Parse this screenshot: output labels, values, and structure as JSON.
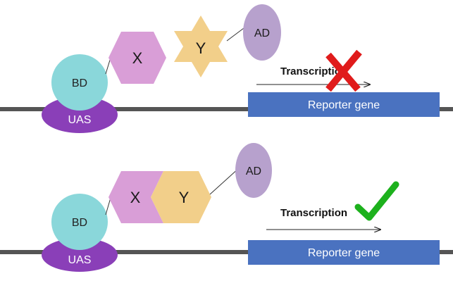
{
  "colors": {
    "dna": "#555555",
    "uas": "#8a3fb8",
    "bd": "#8ad7da",
    "x": "#d99ed7",
    "y": "#f2cf8a",
    "ad": "#b7a1cd",
    "reporter": "#4a72c0",
    "fail_mark": "#e01b1b",
    "success_mark": "#1db11d"
  },
  "top_panel": {
    "uas_label": "UAS",
    "bd_label": "BD",
    "x_label": "X",
    "y_label": "Y",
    "ad_label": "AD",
    "transcription_label": "Transcription",
    "reporter_label": "Reporter gene",
    "outcome_icon": "red-x-icon"
  },
  "bottom_panel": {
    "uas_label": "UAS",
    "bd_label": "BD",
    "x_label": "X",
    "y_label": "Y",
    "ad_label": "AD",
    "transcription_label": "Transcription",
    "reporter_label": "Reporter gene",
    "outcome_icon": "green-check-icon"
  }
}
